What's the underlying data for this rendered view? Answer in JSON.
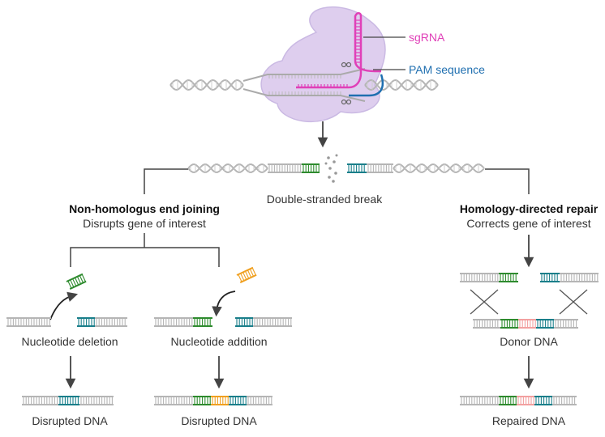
{
  "colors": {
    "sgRNA": "#e040b8",
    "pam": "#1f6fb0",
    "green": "#2e8b2e",
    "teal": "#1a7f8a",
    "orange": "#f0a020",
    "pink": "#f2a0a0",
    "dna": "#b5b5b5",
    "cas9": "#d9c8ec",
    "arrow": "#444444"
  },
  "labels": {
    "sgrna": "sgRNA",
    "pam": "PAM sequence",
    "dsb": "Double-stranded break",
    "nhej_title": "Non-homologus end joining",
    "nhej_sub": "Disrupts gene of interest",
    "hdr_title": "Homology-directed repair",
    "hdr_sub": "Corrects gene of interest",
    "deletion": "Nucleotide deletion",
    "addition": "Nucleotide addition",
    "donor": "Donor DNA",
    "disrupted_1": "Disrupted DNA",
    "disrupted_2": "Disrupted DNA",
    "repaired": "Repaired DNA"
  },
  "icons": [
    "cas9-complex",
    "scissors-icon",
    "arrow-down-icon",
    "dna-helix",
    "dna-fragment"
  ]
}
